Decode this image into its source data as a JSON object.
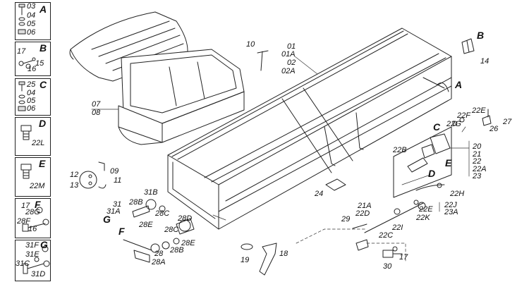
{
  "insets": {
    "A": {
      "letter": "A",
      "parts": [
        "03",
        "04",
        "05",
        "06"
      ]
    },
    "B": {
      "letter": "B",
      "parts": [
        "17",
        "15",
        "16"
      ]
    },
    "C": {
      "letter": "C",
      "parts": [
        "25",
        "04",
        "05",
        "06"
      ]
    },
    "D": {
      "letter": "D",
      "part": "22L"
    },
    "E": {
      "letter": "E",
      "part": "22M"
    },
    "F": {
      "letter": "F",
      "parts": [
        "17",
        "28G",
        "28F",
        "16"
      ]
    },
    "G": {
      "letter": "G",
      "parts": [
        "31F",
        "31E",
        "31C",
        "31D"
      ]
    }
  },
  "labels": {
    "hopper_lid": [
      "07",
      "08"
    ],
    "frame": [
      "01",
      "01A",
      "02",
      "02A"
    ],
    "p10": "10",
    "p14": "14",
    "p27": "27",
    "p26": "26",
    "p22E": "22E",
    "p22F": "22F",
    "p22G": "22G",
    "side_group": [
      "20",
      "21",
      "22",
      "22A",
      "23"
    ],
    "p22B": "22B",
    "p22H": "22H",
    "p22J": "22J",
    "p23A": "23A",
    "p22E2": "22E",
    "p22K": "22K",
    "p22I": "22I",
    "p22C": "22C",
    "p21A": "21A",
    "p22D": "22D",
    "p29": "29",
    "p24": "24",
    "p30": "30",
    "p17": "17",
    "p18": "18",
    "p19": "19",
    "p09": "09",
    "p11": "11",
    "p12": "12",
    "p13": "13",
    "p31B": "31B",
    "p31": "31",
    "p31A": "31A",
    "p28B": "28B",
    "p28C": "28C",
    "p28E": "28E",
    "p28D": "28D",
    "p28C2": "28C",
    "p28B2": "28B",
    "p28E2": "28E",
    "p28": "28",
    "p28A": "28A",
    "letter_A": "A",
    "letter_B": "B",
    "letter_C": "C",
    "letter_D": "D",
    "letter_E": "E",
    "letter_F": "F",
    "letter_G": "G"
  }
}
